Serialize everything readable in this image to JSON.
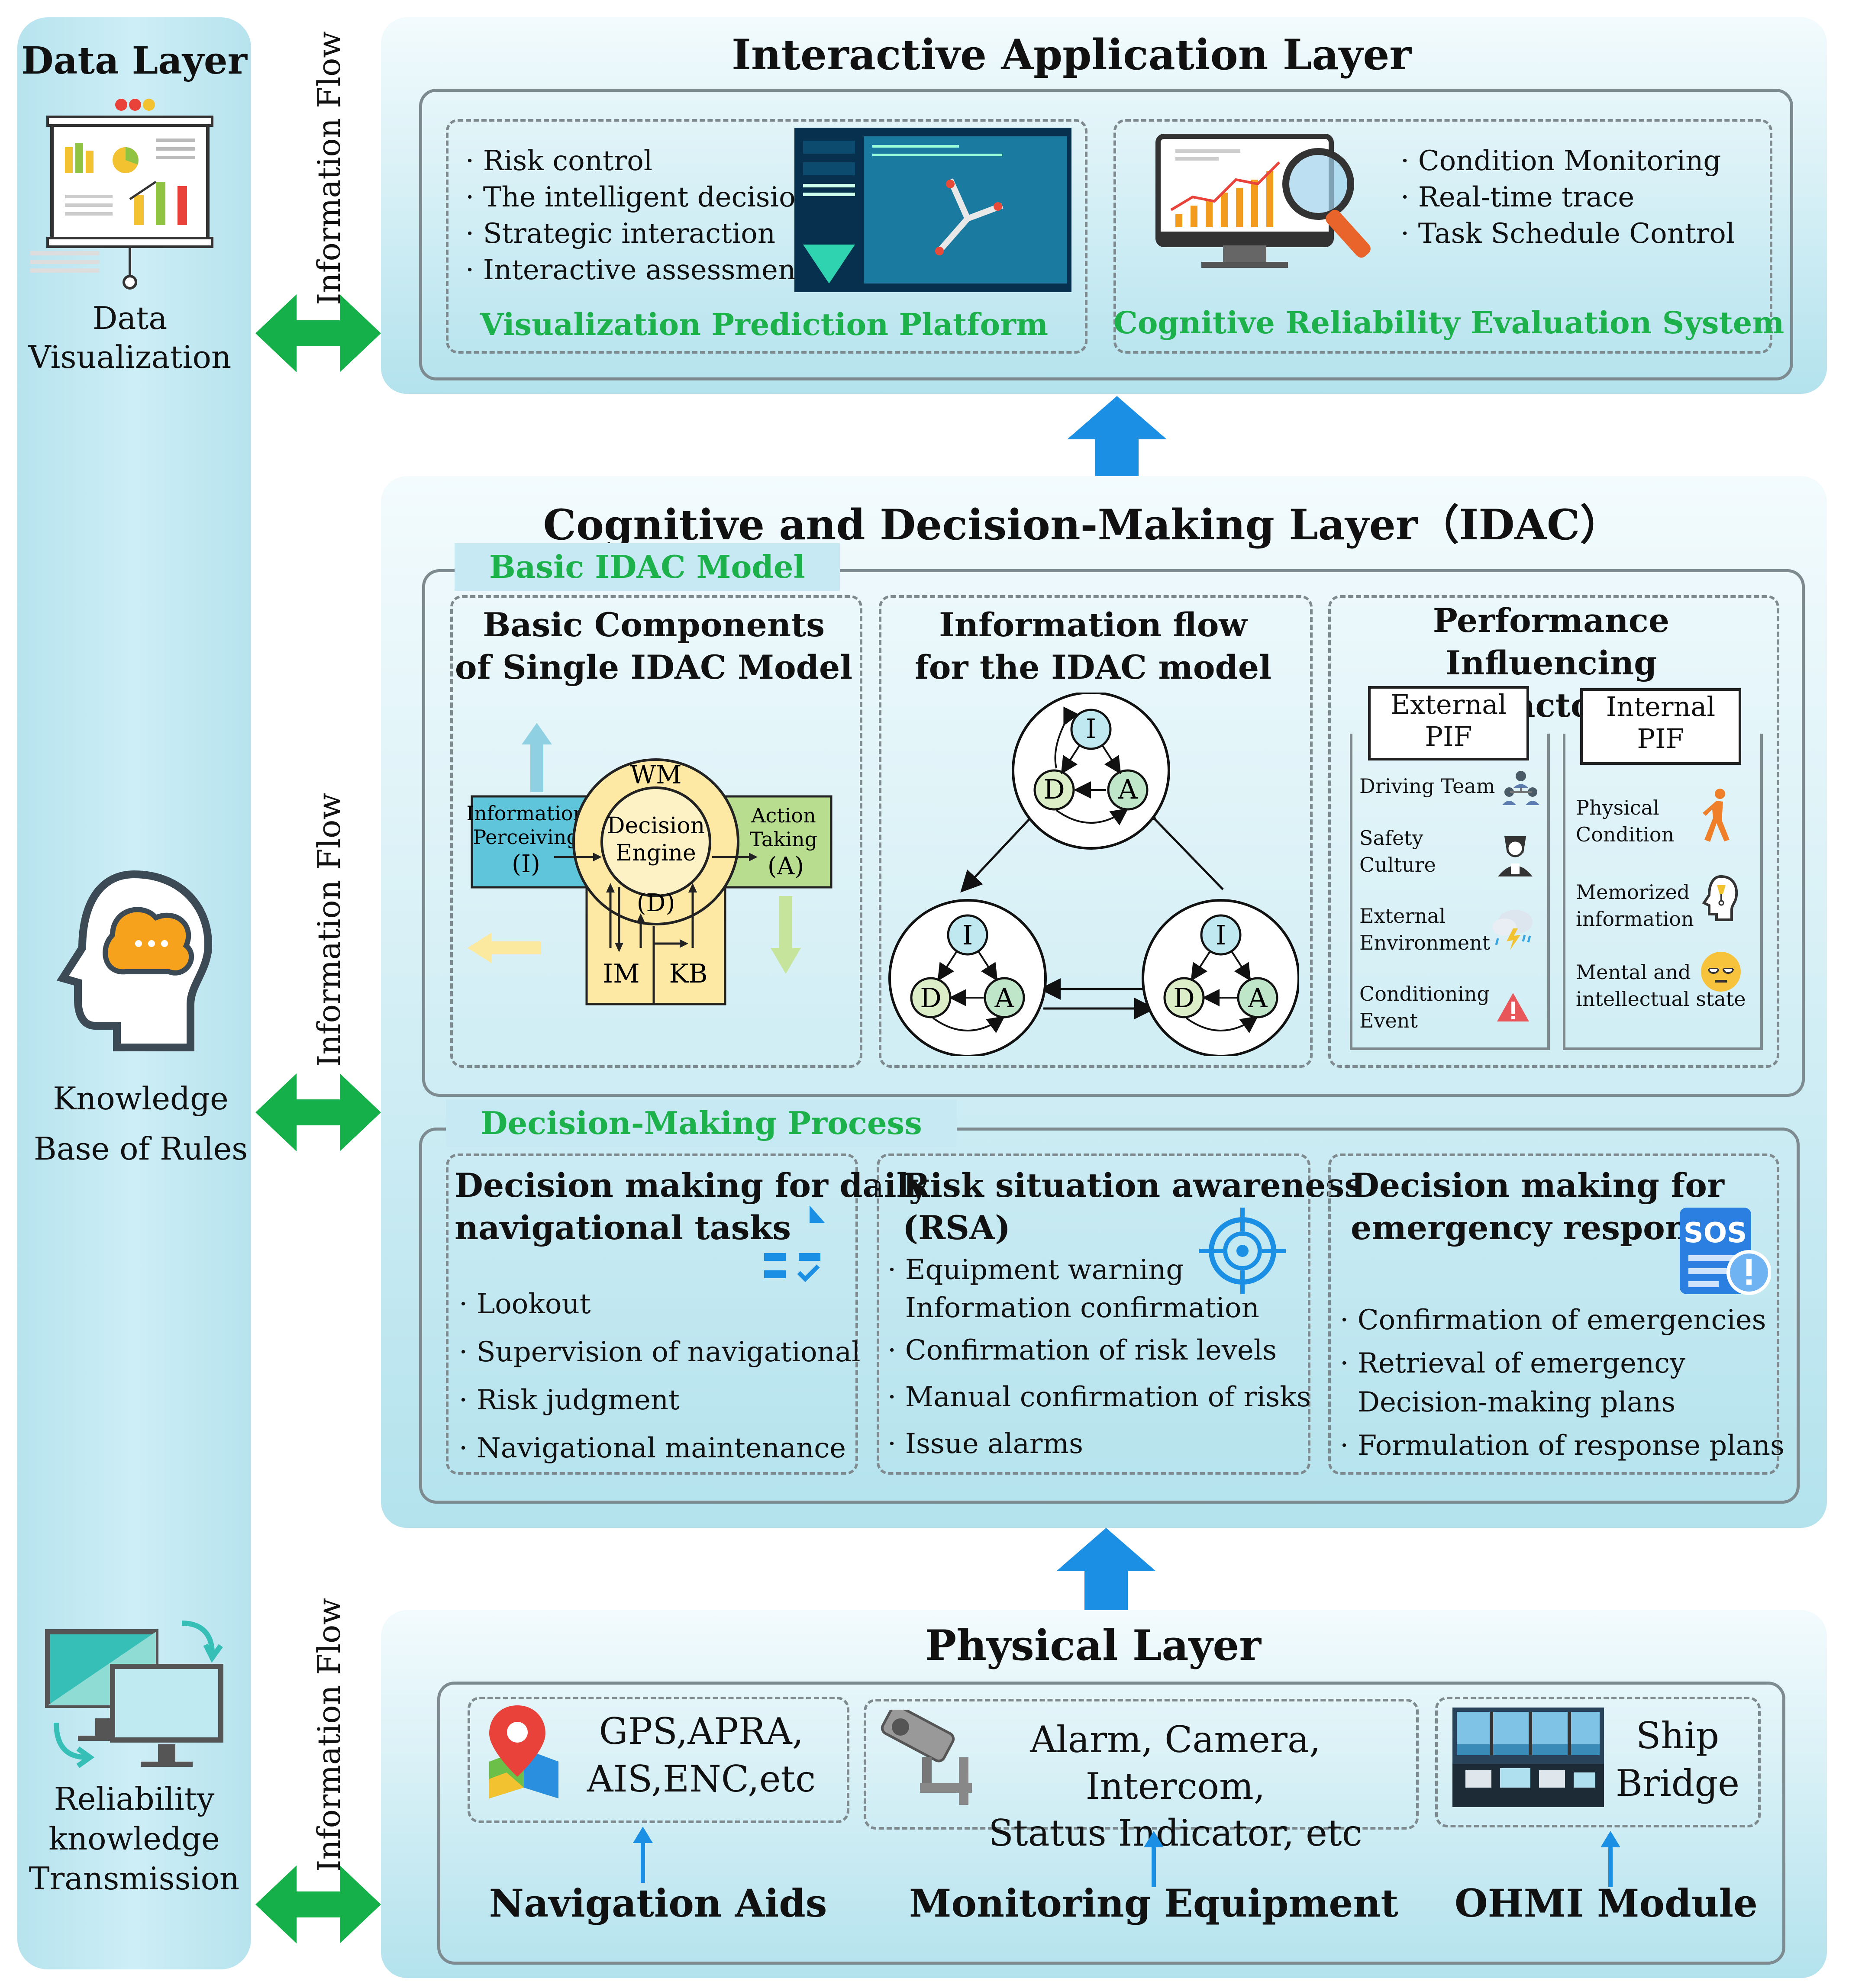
{
  "left": {
    "title": "Data Layer",
    "viz_label_1": "Data",
    "viz_label_2": "Visualization",
    "kb_label_1": "Knowledge",
    "kb_label_2": "Base of Rules",
    "rel_label_1": "Reliability",
    "rel_label_2": "knowledge",
    "rel_label_3": "Transmission"
  },
  "info_flow": "Information Flow",
  "app": {
    "title": "Interactive Application Layer",
    "platform": {
      "items": [
        "· Risk control",
        "· The intelligent decision",
        "· Strategic interaction",
        "· Interactive assessment"
      ],
      "label": "Visualization Prediction Platform"
    },
    "cres": {
      "items": [
        "· Condition Monitoring",
        "· Real-time trace",
        "· Task Schedule Control"
      ],
      "label": "Cognitive Reliability Evaluation System"
    }
  },
  "idac": {
    "title": "Cognitive and Decision-Making Layer（IDAC）",
    "basic_tag": "Basic IDAC Model",
    "comp": {
      "title_1": "Basic Components",
      "title_2": "of  Single IDAC Model",
      "wm": "WM",
      "info_1": "Information",
      "info_2": "Perceiving",
      "info_3": "(I)",
      "engine_1": "Decision",
      "engine_2": "Engine",
      "d": "(D)",
      "action_1": "Action",
      "action_2": "Taking",
      "action_3": "(A)",
      "im": "IM",
      "kb": "KB"
    },
    "flow": {
      "title_1": "Information flow",
      "title_2": "for the IDAC model",
      "i": "I",
      "d": "D",
      "a": "A"
    },
    "pif": {
      "title_1": "Performance Influencing",
      "title_2": "Factor",
      "external_1": "External",
      "external_2": "PIF",
      "internal_1": "Internal",
      "internal_2": "PIF",
      "ext_items": [
        {
          "l1": "Driving Team",
          "l2": ""
        },
        {
          "l1": "Safety",
          "l2": "Culture"
        },
        {
          "l1": "External",
          "l2": "Environment"
        },
        {
          "l1": "Conditioning",
          "l2": "Event"
        }
      ],
      "int_items": [
        {
          "l1": "Physical",
          "l2": "Condition"
        },
        {
          "l1": "Memorized",
          "l2": "information"
        },
        {
          "l1": "Mental and",
          "l2": "intellectual state"
        }
      ]
    },
    "process_tag": "Decision-Making Process",
    "daily": {
      "title_1": "Decision making for daily",
      "title_2": "navigational tasks",
      "items": [
        "· Lookout",
        "· Supervision of navigational",
        "· Risk judgment",
        "· Navigational maintenance"
      ]
    },
    "rsa": {
      "title_1": "Risk situation awareness",
      "title_2": "(RSA)",
      "items": [
        "· Equipment warning",
        "  Information confirmation",
        "· Confirmation of risk levels",
        "·  Manual confirmation of risks",
        "·  Issue alarms"
      ]
    },
    "emer": {
      "title_1": "Decision making for",
      "title_2": "emergency responses",
      "sos": "SOS",
      "items": [
        "· Confirmation of emergencies",
        "· Retrieval of emergency",
        "  Decision-making plans",
        "· Formulation of response plans"
      ]
    }
  },
  "phys": {
    "title": "Physical Layer",
    "gps_1": "GPS,APRA,",
    "gps_2": "AIS,ENC,etc",
    "alarm_1": "Alarm, Camera, Intercom,",
    "alarm_2": "Status Indicator, etc",
    "ship_1": "Ship",
    "ship_2": "Bridge",
    "nav": "Navigation Aids",
    "mon": "Monitoring Equipment",
    "ohmi": "OHMI Module"
  },
  "colors": {
    "accent_green": "#1db14b",
    "arrow_blue": "#1a8fe3",
    "flow_arrow_green": "#16b04a"
  }
}
